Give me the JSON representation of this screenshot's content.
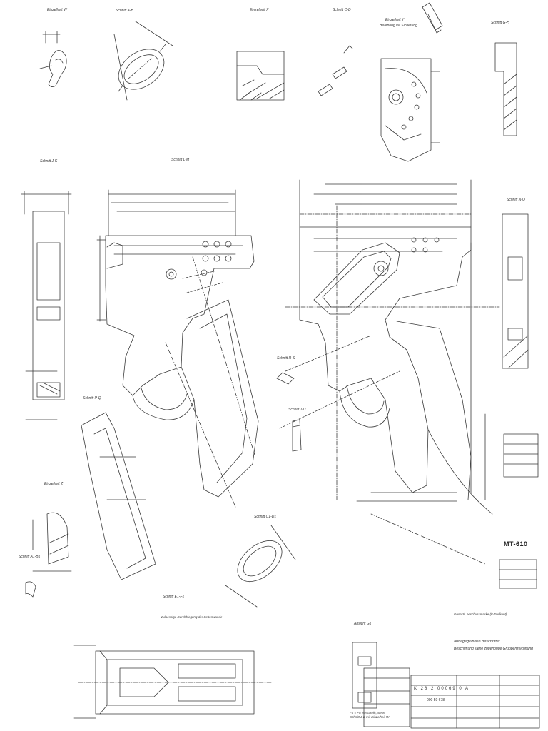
{
  "drawing": {
    "model": "MT-610",
    "views": {
      "einzelheit_w": "Einzelheit W",
      "schnitt_ab": "Schnitt A-B",
      "einzelheit_x": "Einzelheit X",
      "schnitt_cd": "Schnitt C-D",
      "einzelheit_y": "Einzelheit Y",
      "einzelheit_y_note": "Bearbung fur Sicherung",
      "schnitt_gh": "Schnitt G-H",
      "schnitt_jk": "Schnitt J-K",
      "schnitt_lm": "Schnitt L-M",
      "schnitt_no": "Schnitt N-O",
      "schnitt_pq": "Schnitt P-Q",
      "schnitt_rs": "Schnitt R-S",
      "schnitt_tu": "Schnitt T-U",
      "einzelheit_z": "Einzelheit Z",
      "schnitt_a1b1": "Schnitt A1-B1",
      "schnitt_c1d1": "Schnitt C1-D1",
      "schnitt_e1f1": "Schnitt E1-F1",
      "ansicht_g1": "Ansicht G1"
    },
    "notes": {
      "grip_note": "auflageglunden beschriftet",
      "grip_note_2": "Beschriftung siehe zugehorige Gruppenzeichnung",
      "top_note": "zulaessige Durchbiegung der Seitenwande",
      "spec_block": "Gesetzl. beschussmarke (F-Endkont)",
      "bottom_note": "F1 = F8 verstaerkt, siehe Schnitt J-K mit Einzelheit W"
    },
    "title_block": {
      "number_1": "K 28 2 00069 0 A",
      "number_2": "000 50 678"
    }
  }
}
